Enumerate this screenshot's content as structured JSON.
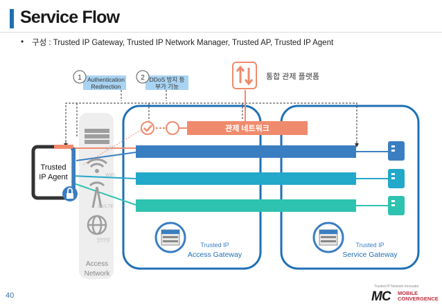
{
  "header": {
    "title": "Service Flow",
    "bullet": "•",
    "subtitle": "구성 : Trusted IP Gateway, Trusted IP Network Manager, Trusted AP, Trusted IP Agent"
  },
  "badges": [
    {
      "number": "1",
      "line1": "Authentication",
      "line2": "Redirection"
    },
    {
      "number": "2",
      "line1": "DDoS 방지 등",
      "line2": "부가 기능"
    }
  ],
  "control_platform": {
    "label": "통합 관제 플랫폼"
  },
  "control_network": {
    "label": "관제 네트워크"
  },
  "agent": {
    "line1": "Trusted",
    "line2": "IP Agent"
  },
  "access_network": {
    "line1": "Access",
    "line2": "Network",
    "links": [
      "LAN",
      "WiFi",
      "3G/LTE",
      "인터넷"
    ]
  },
  "access_gateway": {
    "line1": "Trusted IP",
    "line2": "Access Gateway"
  },
  "service_gateway": {
    "line1": "Trusted IP",
    "line2": "Service Gateway"
  },
  "footer": {
    "page_number": "40",
    "logo_tagline": "Trusted IP Network Innovator",
    "logo_mark": "MC",
    "logo_line1": "MOBILE",
    "logo_line2": "CONVERGENCE"
  },
  "colors": {
    "accent_blue": "#1f6fb5",
    "tunnel_blue": "#3a7ec2",
    "tunnel_cyan": "#22a8c9",
    "tunnel_teal": "#2ec2b0",
    "control_salmon": "#f08a6c",
    "badge_blue": "#a9d3f2",
    "logo_red": "#c02d3c"
  }
}
